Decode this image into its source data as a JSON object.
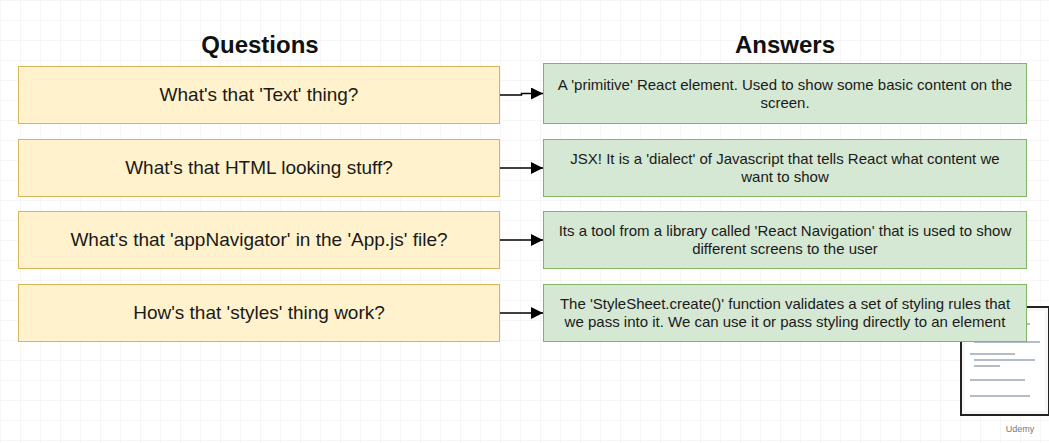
{
  "diagram": {
    "nodes": [
      {
        "text": [
          "What's that 'Text' thing?"
        ]
      },
      {
        "text": [
          "A 'primitive' React element.  Used to show some basic content on the screen."
        ]
      },
      {
        "text": [
          "What's that HTML looking stuff?"
        ]
      },
      {
        "text": [
          "JSX!  It is a 'dialect' of Javascript that tells React what content we want to show"
        ]
      },
      {
        "text": [
          "What's that 'appNavigator' in the 'App.js' file?"
        ]
      },
      {
        "text": [
          "Its a tool from a library called 'React Navigation' that is used to show different screens to the user"
        ]
      },
      {
        "text": [
          "How's that 'styles' thing work?"
        ]
      },
      {
        "text": [
          "The 'StyleSheet.create()' function validates a set of styling rules that we pass into it.  We can use it or pass styling directly to an element"
        ]
      }
    ],
    "edges": [
      {
        "from": 0,
        "to": 1,
        "arrow": "to"
      },
      {
        "from": 2,
        "to": 3,
        "arrow": "to"
      },
      {
        "from": 4,
        "to": 5,
        "arrow": "to"
      },
      {
        "from": 6,
        "to": 7,
        "arrow": "to"
      }
    ],
    "labels": [
      "Questions",
      "Answers",
      "Udemy"
    ]
  }
}
